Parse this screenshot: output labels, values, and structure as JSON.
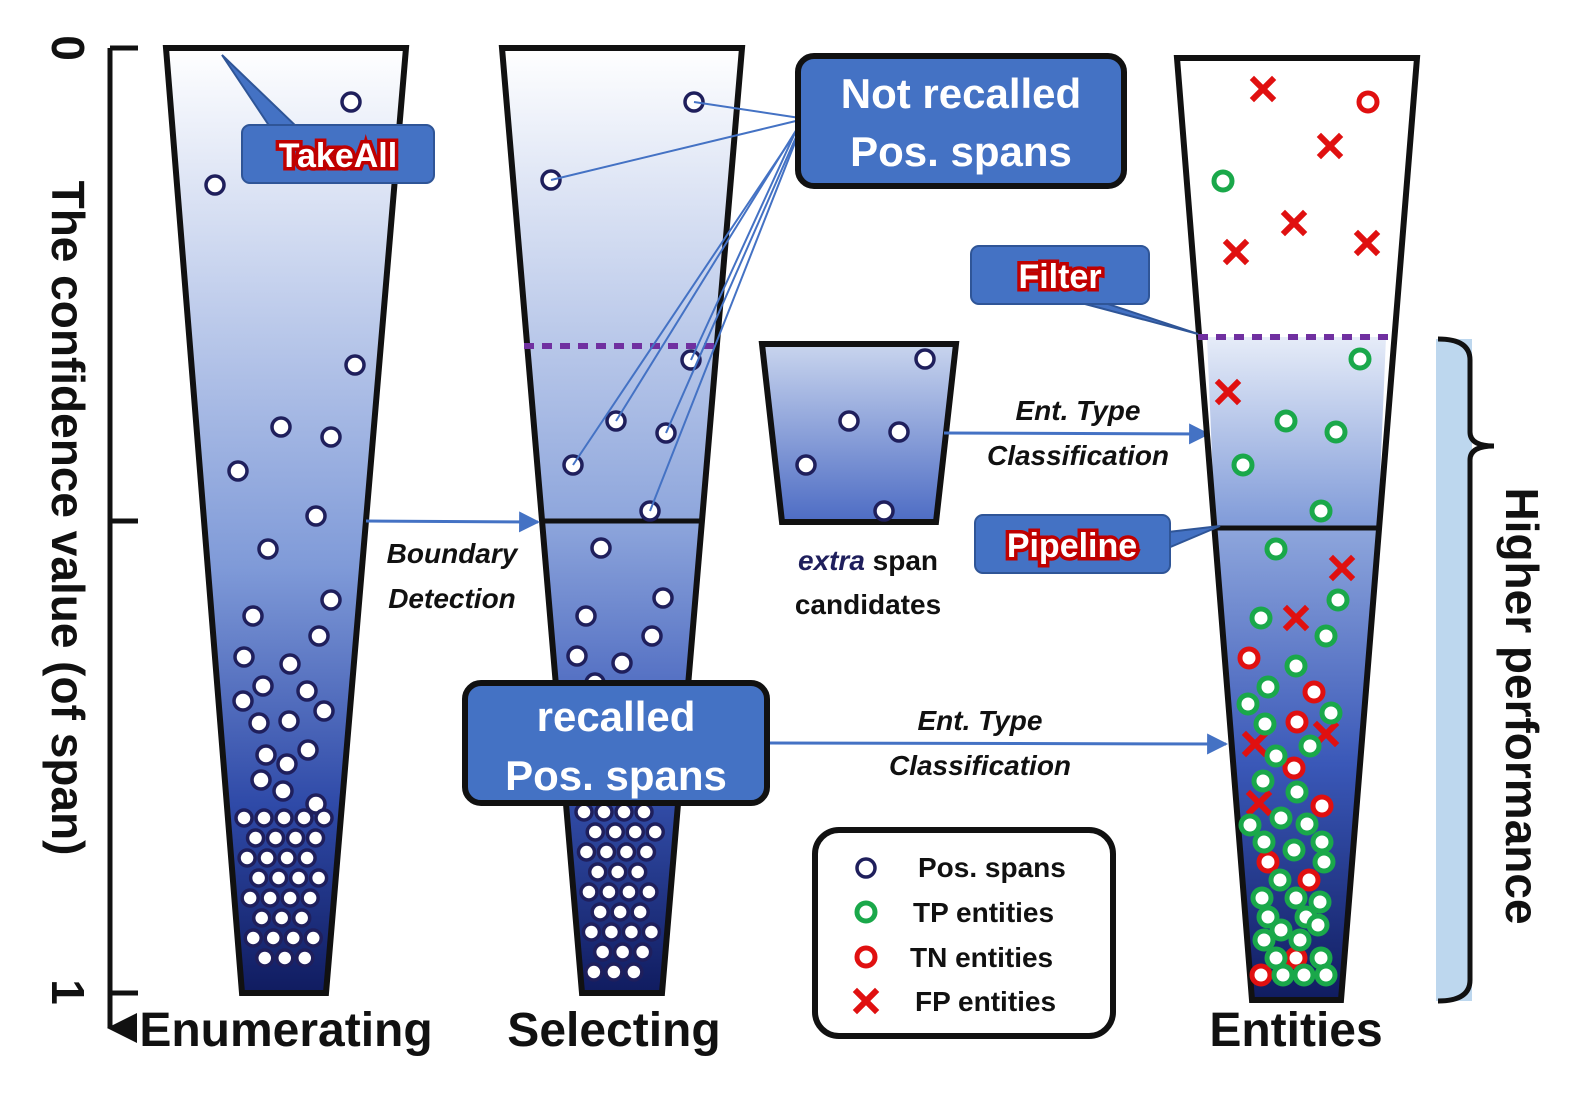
{
  "axis": {
    "label": "The confidence value (of span)",
    "tick_top": "0",
    "tick_bottom": "1"
  },
  "stages": {
    "enumerating": "Enumerating",
    "selecting": "Selecting",
    "entities": "Entities"
  },
  "callouts": {
    "take_all": "TakeAll",
    "filter": "Filter",
    "pipeline": "Pipeline"
  },
  "boxes": {
    "not_recalled_line1": "Not recalled",
    "not_recalled_line2": "Pos. spans",
    "recalled_line1": "recalled",
    "recalled_line2": "Pos. spans"
  },
  "arrows": {
    "boundary_line1": "Boundary",
    "boundary_line2": "Detection",
    "ent_type_line1": "Ent. Type",
    "ent_type_line2": "Classification"
  },
  "extra": {
    "word_italic": "extra",
    "word_rest": " span",
    "line2": "candidates"
  },
  "bracket_label": "Higher performance",
  "legend": {
    "pos_spans": "Pos. spans",
    "tp": "TP entities",
    "tn": "TN entities",
    "fp": "FP entities"
  },
  "colors": {
    "pos_span": "#1f1f5c",
    "tp": "#1aa84a",
    "tn": "#e01010",
    "fp": "#e01010",
    "box_fill": "#4472c4",
    "dashed": "#7030a0",
    "arrow": "#4472c4"
  }
}
